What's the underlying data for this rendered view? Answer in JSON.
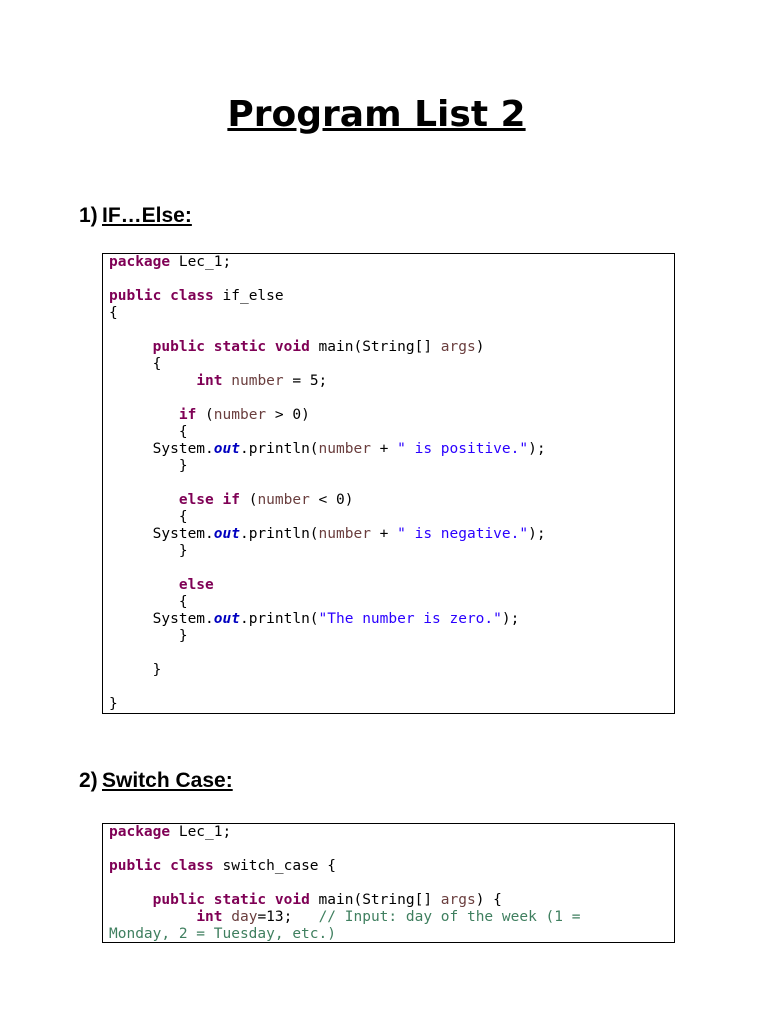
{
  "document": {
    "title": "Program List 2"
  },
  "sections": [
    {
      "number": "1)",
      "heading": "IF…Else:",
      "code": [
        [
          {
            "t": "kw",
            "v": "package"
          },
          {
            "t": "p",
            "v": " Lec_1;"
          }
        ],
        [],
        [
          {
            "t": "kw",
            "v": "public"
          },
          {
            "t": "p",
            "v": " "
          },
          {
            "t": "kw",
            "v": "class"
          },
          {
            "t": "p",
            "v": " if_else"
          }
        ],
        [
          {
            "t": "p",
            "v": "{"
          }
        ],
        [],
        [
          {
            "t": "p",
            "v": "     "
          },
          {
            "t": "kw",
            "v": "public"
          },
          {
            "t": "p",
            "v": " "
          },
          {
            "t": "kw",
            "v": "static"
          },
          {
            "t": "p",
            "v": " "
          },
          {
            "t": "kw",
            "v": "void"
          },
          {
            "t": "p",
            "v": " main(String[] "
          },
          {
            "t": "var",
            "v": "args"
          },
          {
            "t": "p",
            "v": ")"
          }
        ],
        [
          {
            "t": "p",
            "v": "     {"
          }
        ],
        [
          {
            "t": "p",
            "v": "          "
          },
          {
            "t": "kw",
            "v": "int"
          },
          {
            "t": "p",
            "v": " "
          },
          {
            "t": "var",
            "v": "number"
          },
          {
            "t": "p",
            "v": " = 5;"
          }
        ],
        [],
        [
          {
            "t": "p",
            "v": "        "
          },
          {
            "t": "kw",
            "v": "if"
          },
          {
            "t": "p",
            "v": " ("
          },
          {
            "t": "var",
            "v": "number"
          },
          {
            "t": "p",
            "v": " > 0)"
          }
        ],
        [
          {
            "t": "p",
            "v": "        {"
          }
        ],
        [
          {
            "t": "p",
            "v": "     System."
          },
          {
            "t": "fld",
            "v": "out"
          },
          {
            "t": "p",
            "v": ".println("
          },
          {
            "t": "var",
            "v": "number"
          },
          {
            "t": "p",
            "v": " + "
          },
          {
            "t": "str",
            "v": "\" is positive.\""
          },
          {
            "t": "p",
            "v": ");"
          }
        ],
        [
          {
            "t": "p",
            "v": "        }"
          }
        ],
        [],
        [
          {
            "t": "p",
            "v": "        "
          },
          {
            "t": "kw",
            "v": "else"
          },
          {
            "t": "p",
            "v": " "
          },
          {
            "t": "kw",
            "v": "if"
          },
          {
            "t": "p",
            "v": " ("
          },
          {
            "t": "var",
            "v": "number"
          },
          {
            "t": "p",
            "v": " < 0)"
          }
        ],
        [
          {
            "t": "p",
            "v": "        {"
          }
        ],
        [
          {
            "t": "p",
            "v": "     System."
          },
          {
            "t": "fld",
            "v": "out"
          },
          {
            "t": "p",
            "v": ".println("
          },
          {
            "t": "var",
            "v": "number"
          },
          {
            "t": "p",
            "v": " + "
          },
          {
            "t": "str",
            "v": "\" is negative.\""
          },
          {
            "t": "p",
            "v": ");"
          }
        ],
        [
          {
            "t": "p",
            "v": "        }"
          }
        ],
        [],
        [
          {
            "t": "p",
            "v": "        "
          },
          {
            "t": "kw",
            "v": "else"
          }
        ],
        [
          {
            "t": "p",
            "v": "        {"
          }
        ],
        [
          {
            "t": "p",
            "v": "     System."
          },
          {
            "t": "fld",
            "v": "out"
          },
          {
            "t": "p",
            "v": ".println("
          },
          {
            "t": "str",
            "v": "\"The number is zero.\""
          },
          {
            "t": "p",
            "v": ");"
          }
        ],
        [
          {
            "t": "p",
            "v": "        }"
          }
        ],
        [],
        [
          {
            "t": "p",
            "v": "     }"
          }
        ],
        [],
        [
          {
            "t": "p",
            "v": "}"
          }
        ]
      ]
    },
    {
      "number": "2)",
      "heading": "Switch Case:",
      "code": [
        [
          {
            "t": "kw",
            "v": "package"
          },
          {
            "t": "p",
            "v": " Lec_1;"
          }
        ],
        [],
        [
          {
            "t": "kw",
            "v": "public"
          },
          {
            "t": "p",
            "v": " "
          },
          {
            "t": "kw",
            "v": "class"
          },
          {
            "t": "p",
            "v": " switch_case {"
          }
        ],
        [],
        [
          {
            "t": "p",
            "v": "     "
          },
          {
            "t": "kw",
            "v": "public"
          },
          {
            "t": "p",
            "v": " "
          },
          {
            "t": "kw",
            "v": "static"
          },
          {
            "t": "p",
            "v": " "
          },
          {
            "t": "kw",
            "v": "void"
          },
          {
            "t": "p",
            "v": " main(String[] "
          },
          {
            "t": "var",
            "v": "args"
          },
          {
            "t": "p",
            "v": ") {"
          }
        ],
        [
          {
            "t": "p",
            "v": "          "
          },
          {
            "t": "kw",
            "v": "int"
          },
          {
            "t": "p",
            "v": " "
          },
          {
            "t": "var",
            "v": "day"
          },
          {
            "t": "p",
            "v": "=13;   "
          },
          {
            "t": "cmt",
            "v": "// Input: day of the week (1 ="
          }
        ],
        [
          {
            "t": "cmt",
            "v": "Monday, 2 = Tuesday, etc.)"
          }
        ]
      ]
    }
  ],
  "colors": {
    "keyword": "#7f0055",
    "variable": "#6a3e3e",
    "string": "#2a00ff",
    "field": "#0000c0",
    "comment": "#3f7f5f"
  }
}
